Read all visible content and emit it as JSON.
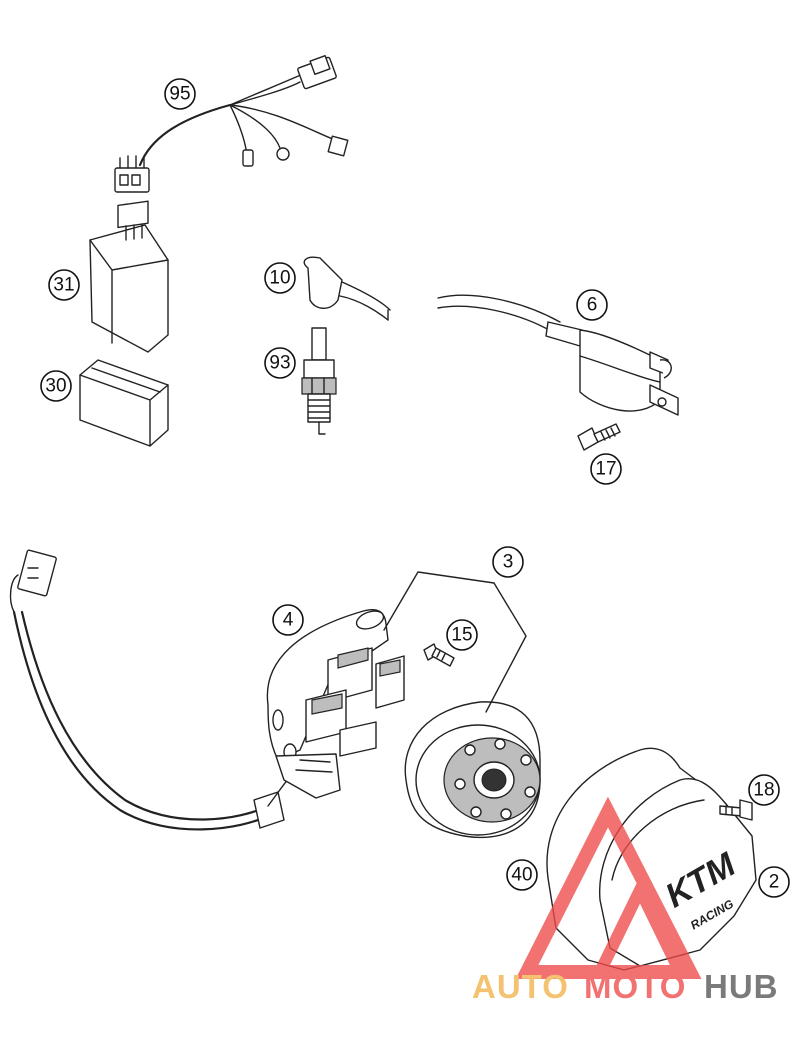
{
  "diagram": {
    "callouts": {
      "wiring_harness": "95",
      "cdi_unit": "31",
      "cdi_holder": "30",
      "spark_plug_connector": "10",
      "spark_plug": "93",
      "ignition_coil": "6",
      "coil_screw": "17",
      "flywheel_assembly": "3",
      "stator": "4",
      "stator_screw": "15",
      "ignition_cover_screw": "18",
      "cover_gasket": "40",
      "ignition_cover": "2"
    },
    "cover_logo_text": "KTM",
    "cover_sub_text": "RACING"
  },
  "watermark": {
    "part_1": "AUTO",
    "part_2": "MOTO",
    "part_3": "HUB",
    "colors": {
      "auto": "#f2b24a",
      "moto": "#ef4a4a",
      "hub": "#555555",
      "triangle": "#ef4a4a"
    }
  }
}
